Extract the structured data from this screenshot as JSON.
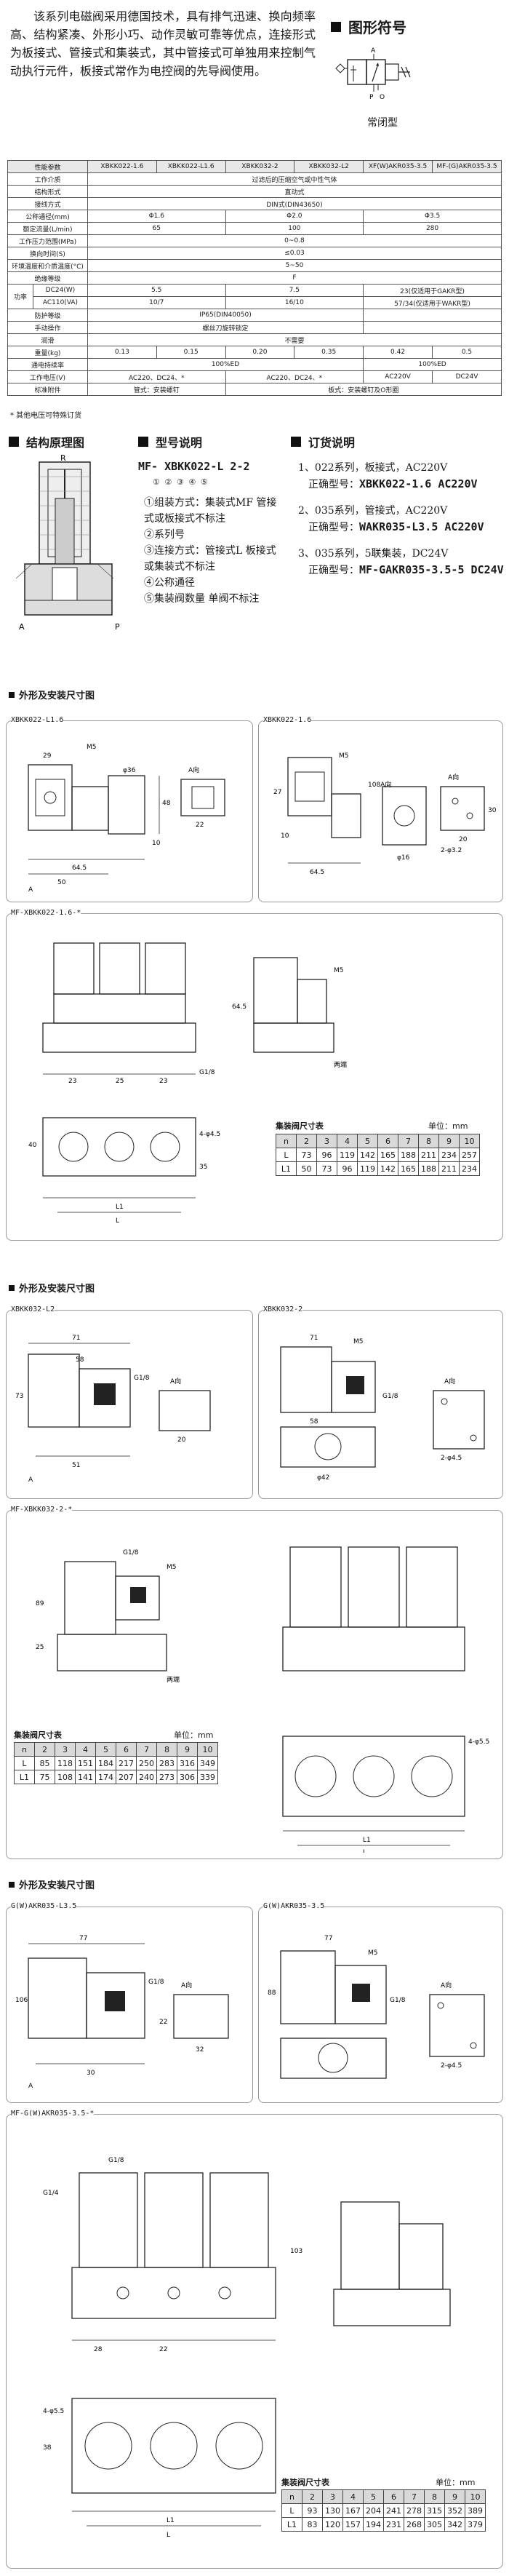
{
  "intro": "该系列电磁阀采用德国技术，具有排气迅速、换向频率高、结构紧凑、外形小巧、动作灵敏可靠等优点，连接形式为板接式、管接式和集装式，其中管接式可单独用来控制气动执行元件，板接式常作为电控阀的先导阀使用。",
  "symbol": {
    "title": "图形符号",
    "caption": "常闭型",
    "ports": [
      "A",
      "P",
      "O"
    ]
  },
  "spec": {
    "rows": [
      [
        "性能参数",
        "XBKK022-1.6",
        "XBKK022-L1.6",
        "XBKK032-2",
        "XBKK032-L2",
        "XF(W)AKR035-3.5",
        "MF-(G)AKR035-3.5"
      ],
      [
        "工作介质",
        "过滤后的压缩空气或中性气体"
      ],
      [
        "结构形式",
        "直动式"
      ],
      [
        "接线方式",
        "DIN式(DIN43650)"
      ],
      [
        "公称通径(mm)",
        "Φ1.6",
        "Φ2.0",
        "Φ3.5"
      ],
      [
        "额定流量(L/min)",
        "65",
        "100",
        "280"
      ],
      [
        "工作压力范围(MPa)",
        "0~0.8"
      ],
      [
        "换向时间(S)",
        "≤0.03"
      ],
      [
        "环境温度和介质温度(°C)",
        "5~50"
      ],
      [
        "绝缘等级",
        "F"
      ],
      [
        "DC24(W)",
        "5.5",
        "7.5",
        "23(仅适用于GAKR型)"
      ],
      [
        "AC110(VA)",
        "10/7",
        "16/10",
        "57/34(仅适用于WAKR型)"
      ],
      [
        "防护等级",
        "IP65(DIN40050)"
      ],
      [
        "手动操作",
        "螺丝刀旋转锁定"
      ],
      [
        "润滑",
        "不需要"
      ],
      [
        "重量(kg)",
        "0.13",
        "0.15",
        "0.20",
        "0.35",
        "0.42",
        "0.5"
      ],
      [
        "通电持续率",
        "100%ED",
        "100%ED"
      ],
      [
        "工作电压(V)",
        "AC220、DC24、*",
        "AC220、DC24、*",
        "AC220V",
        "DC24V"
      ],
      [
        "标准附件",
        "管式：安装螺钉",
        "板式：安装螺钉及O形圈"
      ]
    ],
    "power_label": "功率",
    "note": "* 其他电压可特殊订货"
  },
  "structure": {
    "title": "结构原理图",
    "labels": [
      "R",
      "A",
      "P"
    ]
  },
  "model": {
    "title": "型号说明",
    "code": "MF- XBKK022-L 2-2",
    "items": [
      "①组装方式：集装式MF 管接式或板接式不标注",
      "②系列号",
      "③连接方式：管接式L 板接式或集装式不标注",
      "④公称通径",
      "⑤集装阀数量 单阀不标注"
    ]
  },
  "order": {
    "title": "订货说明",
    "items": [
      {
        "text": "1、022系列，板接式，AC220V",
        "label": "正确型号：",
        "code": "XBKK022-1.6 AC220V"
      },
      {
        "text": "2、035系列，管接式，AC220V",
        "label": "正确型号：",
        "code": "WAKR035-L3.5 AC220V"
      },
      {
        "text": "3、035系列，5联集装，DC24V",
        "label": "正确型号：",
        "code": "MF-GAKR035-3.5-5 DC24V"
      }
    ]
  },
  "dims_title": "外形及安装尺寸图",
  "panels": {
    "p1": "XBKK022-L1.6",
    "p2": "XBKK022-1.6",
    "p3": "MF-XBKK022-1.6-*",
    "p4": "XBKK032-L2",
    "p5": "XBKK032-2",
    "p6": "MF-XBKK032-2-*",
    "p7": "G(W)AKR035-L3.5",
    "p8": "G(W)AKR035-3.5",
    "p9": "MF-G(W)AKR035-3.5-*"
  },
  "dim_labels": {
    "d1": [
      "M5",
      "29",
      "φ36",
      "10",
      "64.5",
      "50",
      "48",
      "22",
      "A向",
      "A"
    ],
    "d2": [
      "M5",
      "108A向",
      "27",
      "10",
      "64.5",
      "φ16",
      "20",
      "30",
      "A向",
      "2-φ3.2"
    ],
    "d3": [
      "23",
      "25",
      "23",
      "G1/8",
      "M5",
      "两端",
      "40",
      "64.5",
      "L1",
      "L",
      "4-φ4.5",
      "35"
    ],
    "d4": [
      "71",
      "58",
      "G1/8",
      "73",
      "A向",
      "51",
      "20",
      "A"
    ],
    "d5": [
      "M5",
      "71",
      "58",
      "φ42",
      "G1/8",
      "A向",
      "2-φ4.5"
    ],
    "d6": [
      "G1/8",
      "M5",
      "两端",
      "25",
      "89",
      "L1",
      "L",
      "4-φ5.5"
    ],
    "d7": [
      "77",
      "G1/8",
      "106",
      "22",
      "A向",
      "30",
      "32",
      "A"
    ],
    "d8": [
      "77",
      "G1/8",
      "M5",
      "A向",
      "2-φ4.5",
      "88"
    ],
    "d9": [
      "G1/4",
      "G1/8",
      "28",
      "22",
      "103",
      "L1",
      "L",
      "4-φ5.5",
      "38"
    ]
  },
  "mtables": [
    {
      "title": "集装阀尺寸表",
      "unit": "单位：mm",
      "header": [
        "n",
        "2",
        "3",
        "4",
        "5",
        "6",
        "7",
        "8",
        "9",
        "10"
      ],
      "rows": [
        [
          "L",
          "73",
          "96",
          "119",
          "142",
          "165",
          "188",
          "211",
          "234",
          "257"
        ],
        [
          "L1",
          "50",
          "73",
          "96",
          "119",
          "142",
          "165",
          "188",
          "211",
          "234"
        ]
      ]
    },
    {
      "title": "集装阀尺寸表",
      "unit": "单位：mm",
      "header": [
        "n",
        "2",
        "3",
        "4",
        "5",
        "6",
        "7",
        "8",
        "9",
        "10"
      ],
      "rows": [
        [
          "L",
          "85",
          "118",
          "151",
          "184",
          "217",
          "250",
          "283",
          "316",
          "349"
        ],
        [
          "L1",
          "75",
          "108",
          "141",
          "174",
          "207",
          "240",
          "273",
          "306",
          "339"
        ]
      ]
    },
    {
      "title": "集装阀尺寸表",
      "unit": "单位：mm",
      "header": [
        "n",
        "2",
        "3",
        "4",
        "5",
        "6",
        "7",
        "8",
        "9",
        "10"
      ],
      "rows": [
        [
          "L",
          "93",
          "130",
          "167",
          "204",
          "241",
          "278",
          "315",
          "352",
          "389"
        ],
        [
          "L1",
          "83",
          "120",
          "157",
          "194",
          "231",
          "268",
          "305",
          "342",
          "379"
        ]
      ]
    }
  ]
}
